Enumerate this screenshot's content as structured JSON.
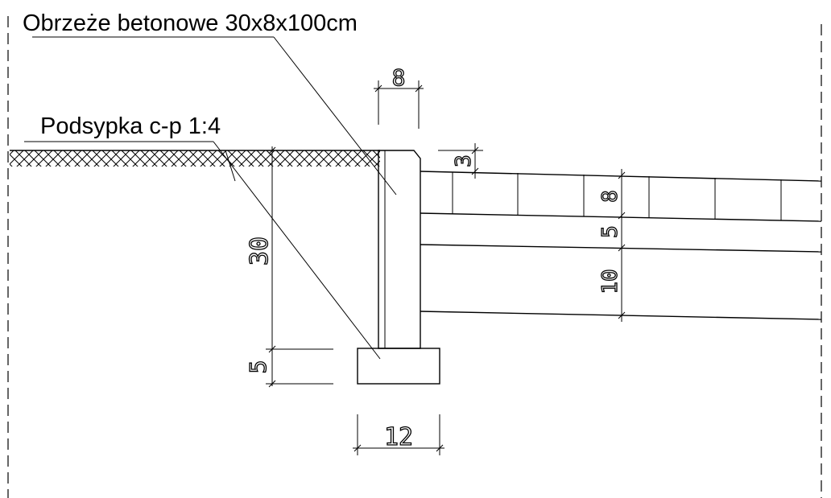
{
  "labels": {
    "curb": "Obrzeże betonowe 30x8x100cm",
    "bedding": "Podsypka c-p 1:4"
  },
  "dimensions": {
    "curb_width": "8",
    "top_offset": "3",
    "paver_thickness": "8",
    "layer_5": "5",
    "layer_10": "10",
    "curb_height": "30",
    "bedding_thickness": "5",
    "base_width": "12"
  },
  "colors": {
    "line": "#000000",
    "background": "#ffffff"
  }
}
